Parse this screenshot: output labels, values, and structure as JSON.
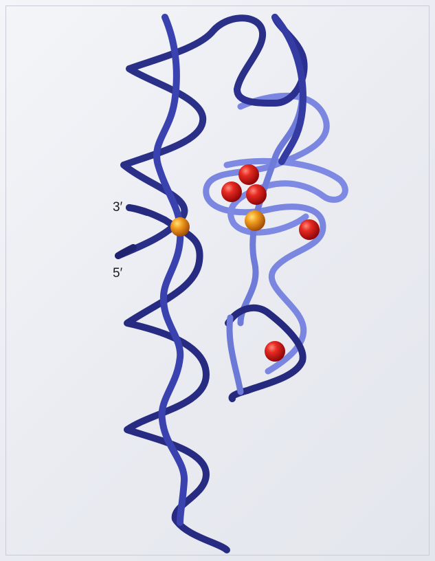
{
  "labels": {
    "three_prime": "3′",
    "five_prime": "5′"
  },
  "colors": {
    "backbone_dark": "#2b2f86",
    "backbone_mid": "#3d45b6",
    "backbone_light": "#7683e0",
    "sphere_red": "#d8141b",
    "sphere_orange": "#e88a16"
  },
  "spheres": [
    {
      "kind": "red"
    },
    {
      "kind": "red"
    },
    {
      "kind": "red"
    },
    {
      "kind": "orange"
    },
    {
      "kind": "orange"
    },
    {
      "kind": "red"
    },
    {
      "kind": "red"
    }
  ]
}
